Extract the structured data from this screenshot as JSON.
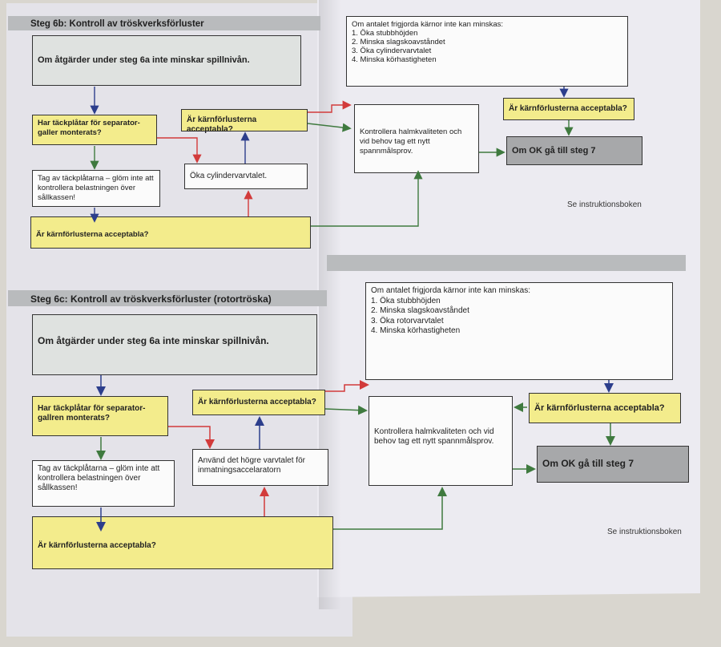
{
  "flow_6b": {
    "title": "Steg 6b: Kontroll av tröskverksförluster",
    "start": "Om åtgärder under steg 6a inte minskar spillnivån.",
    "q_plates": "Har täckplåtar för separator-galler monterats?",
    "q_accept_top": "Är kärnförlusterna acceptabla?",
    "a_tag_plates": "Tag av täckplåtarna – glöm inte att kontrollera belastningen över sållkassen!",
    "a_increase": "Öka cylindervarvtalet.",
    "q_accept_bottom": "Är kärnförlusterna acceptabla?",
    "reduce_title": "Om antalet frigjorda kärnor inte kan minskas:",
    "reduce_steps": [
      "1. Öka stubbhöjden",
      "2. Minska slagskoavståndet",
      "3. Öka cylindervarvtalet",
      "4. Minska körhastigheten"
    ],
    "q_accept_right": "Är kärnförlusterna acceptabla?",
    "check_straw": "Kontrollera halmkvaliteten och vid behov tag ett nytt spannmålsprov.",
    "ok": "Om OK gå till steg 7",
    "see": "Se instruktionsboken"
  },
  "flow_6c": {
    "title": "Steg 6c: Kontroll av tröskverksförluster (rotortröska)",
    "start": "Om åtgärder under steg 6a inte minskar spillnivån.",
    "q_plates": "Har täckplåtar för separator-gallren monterats?",
    "q_accept_top": "Är kärnförlusterna acceptabla?",
    "a_tag_plates": "Tag av täckplåtarna – glöm inte att kontrollera belastningen över sållkassen!",
    "a_increase": "Använd det högre varvtalet för inmatningsaccelaratorn",
    "q_accept_bottom": "Är kärnförlusterna acceptabla?",
    "reduce_title": "Om antalet frigjorda kärnor inte kan minskas:",
    "reduce_steps": [
      "1. Öka stubbhöjden",
      "2. Minska slagskoavståndet",
      "3. Öka rotorvarvtalet",
      "4. Minska körhastigheten"
    ],
    "q_accept_right": "Är kärnförlusterna acceptabla?",
    "check_straw": "Kontrollera halmkvaliteten och vid behov tag ett nytt spannmålsprov.",
    "ok": "Om OK gå till steg 7",
    "see": "Se instruktionsboken"
  },
  "colors": {
    "yes": "#3f7a3f",
    "no": "#d23b3b",
    "flow": "#2c3e8c",
    "yellow": "#f3ec8c",
    "gray": "#dfe2e0",
    "dark": "#a7a8aa"
  }
}
